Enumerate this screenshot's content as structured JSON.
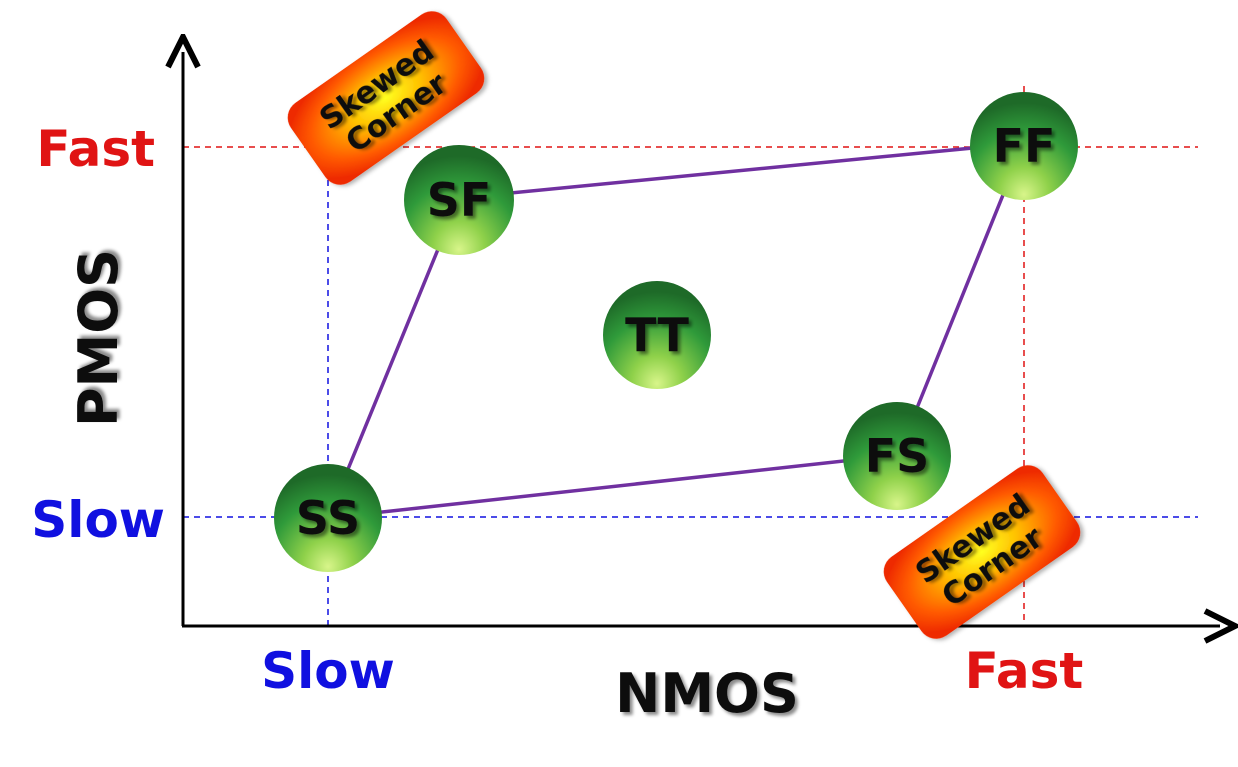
{
  "axes": {
    "x_title": "NMOS",
    "y_title": "PMOS",
    "x_tick_low": "Slow",
    "x_tick_high": "Fast",
    "y_tick_low": "Slow",
    "y_tick_high": "Fast"
  },
  "corners": {
    "ss": "SS",
    "sf": "SF",
    "tt": "TT",
    "fs": "FS",
    "ff": "FF"
  },
  "badges": {
    "top_left": {
      "line1": "Skewed",
      "line2": "Corner"
    },
    "bottom_right": {
      "line1": "Skewed",
      "line2": "Corner"
    }
  },
  "colors": {
    "slow": "#1010e0",
    "fast": "#e01414",
    "corner_edge": "#7030a0",
    "node_dark": "#1f6b2a",
    "node_light": "#c9f07a",
    "badge_fill": "#f25a00",
    "badge_glow": "#ffff00"
  }
}
